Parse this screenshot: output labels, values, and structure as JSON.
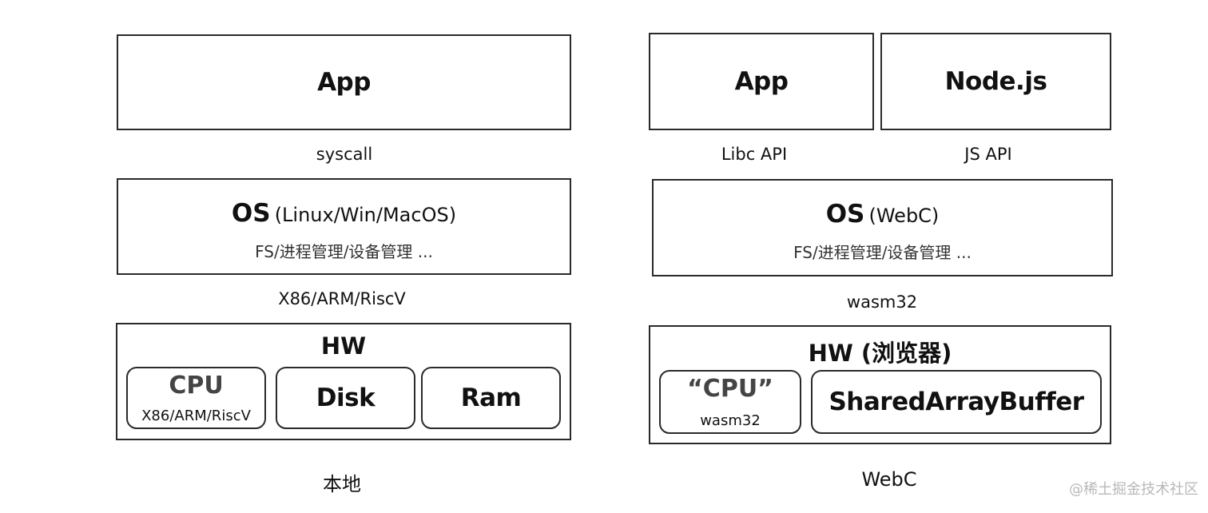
{
  "local": {
    "app": "App",
    "syscall_label": "syscall",
    "os_title": "OS",
    "os_subtitle": "(Linux/Win/MacOS)",
    "os_detail": "FS/进程管理/设备管理 ...",
    "arch_label": "X86/ARM/RiscV",
    "hw_title": "HW",
    "cpu_title": "CPU",
    "cpu_sub": "X86/ARM/RiscV",
    "disk": "Disk",
    "ram": "Ram",
    "caption": "本地"
  },
  "webc": {
    "app": "App",
    "nodejs": "Node.js",
    "libc_label": "Libc API",
    "js_label": "JS API",
    "os_title": "OS",
    "os_subtitle": "(WebC)",
    "os_detail": "FS/进程管理/设备管理 ...",
    "arch_label": "wasm32",
    "hw_title": "HW (浏览器)",
    "cpu_title": "“CPU”",
    "cpu_sub": "wasm32",
    "sab": "SharedArrayBuffer",
    "caption": "WebC"
  },
  "watermark": "@稀土掘金技术社区"
}
